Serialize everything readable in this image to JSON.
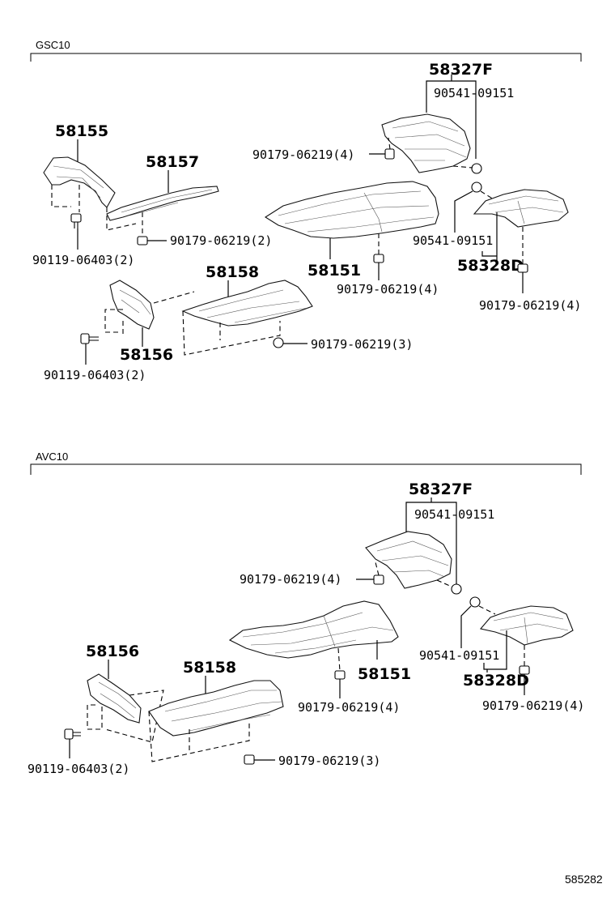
{
  "sections": [
    {
      "id": "gsc10",
      "code": "GSC10",
      "labels": [
        "58327F",
        "90541-09151",
        "90179-06219(4)",
        "58155",
        "58157",
        "90179-06219(2)",
        "90119-06403(2)",
        "58151",
        "90541-09151",
        "58328D",
        "90179-06219(4)",
        "58158",
        "90179-06219(4)",
        "90179-06219(3)",
        "58156",
        "90119-06403(2)"
      ]
    },
    {
      "id": "avc10",
      "code": "AVC10",
      "labels": [
        "58327F",
        "90541-09151",
        "90179-06219(4)",
        "58156",
        "58158",
        "58151",
        "90541-09151",
        "58328D",
        "90179-06219(4)",
        "90179-06219(4)",
        "90119-06403(2)",
        "90179-06219(3)"
      ]
    }
  ],
  "footer": {
    "ref": "585282"
  }
}
